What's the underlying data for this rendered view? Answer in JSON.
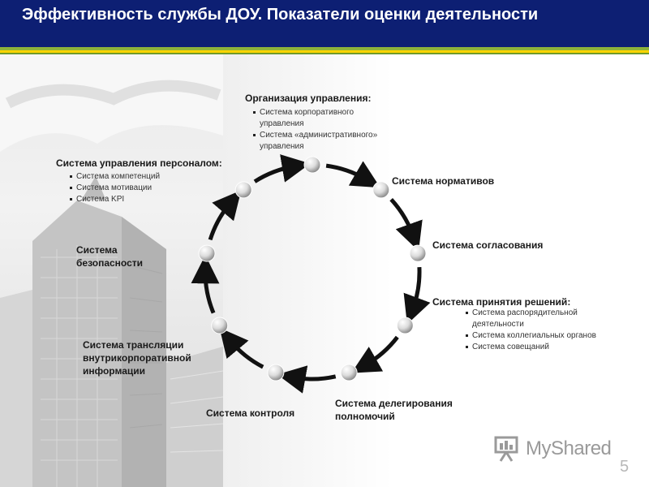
{
  "header": {
    "title": "Эффективность службы ДОУ. Показатели оценки деятельности",
    "accent_blue": "#0d1f73",
    "stripe_green": "#8db33a",
    "stripe_yellow": "#ffd400"
  },
  "diagram": {
    "type": "cycle",
    "direction": "clockwise",
    "nodes": [
      {
        "label": "Организация управления:",
        "items": [
          "Система корпоративного управления",
          "Система «административного» управления"
        ]
      },
      {
        "label": "Система нормативов",
        "items": []
      },
      {
        "label": "Система согласования",
        "items": []
      },
      {
        "label": "Система принятия решений:",
        "items": [
          "Система распорядительной деятельности",
          "Система коллегиальных органов",
          "Система совещаний"
        ]
      },
      {
        "label": "Система делегирования полномочий",
        "items": []
      },
      {
        "label": "Система контроля",
        "items": []
      },
      {
        "label": "Система трансляции внутрикорпоративной информации",
        "items": []
      },
      {
        "label": "Система безопасности",
        "items": []
      },
      {
        "label": "Система управления персоналом:",
        "items": [
          "Система компетенций",
          "Система мотивации",
          "Система KPI"
        ]
      }
    ]
  },
  "logo": {
    "text": "MyShared",
    "icon": "presentation-board-icon"
  },
  "page_number": "5"
}
